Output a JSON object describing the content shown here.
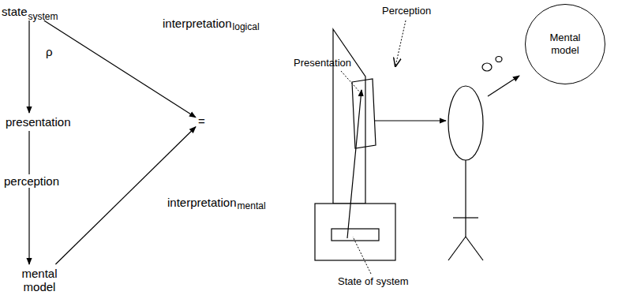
{
  "diagram": {
    "nodes": [
      {
        "text": [
          "state",
          "system"
        ]
      },
      {
        "text": [
          "presentation"
        ]
      },
      {
        "text": [
          "mental model"
        ]
      },
      {
        "text": [
          "="
        ]
      },
      {
        "text": [
          "Mental model"
        ]
      }
    ],
    "edges": [
      {
        "from": 0,
        "to": 1,
        "arrow": "to",
        "label": "ρ"
      },
      {
        "from": 1,
        "to": 2,
        "arrow": "to",
        "label": "perception"
      },
      {
        "from": 0,
        "to": 3,
        "arrow": "to",
        "label": "interpretation"
      },
      {
        "from": 2,
        "to": 3,
        "arrow": "to",
        "label": "interpretation"
      }
    ],
    "labels": [
      "logical",
      "mental",
      "Presentation",
      "Perception",
      "State of system"
    ]
  }
}
